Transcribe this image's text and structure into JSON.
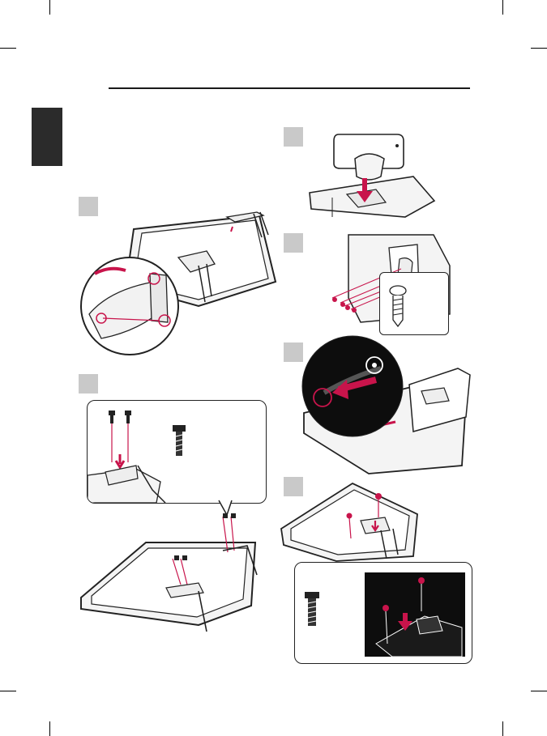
{
  "page": {
    "chapter_tab_color": "#2b2b2b",
    "accent_color": "#c8144b",
    "line_color": "#222222",
    "panel_fill": "#f4f4f4",
    "step_box_color": "#c9c9c9",
    "icons": [
      "tv-stand-body-illustration",
      "stand-base-illustration",
      "screw-icon",
      "screw-icon-small",
      "arrow-down-icon",
      "rotate-arrow-icon",
      "hinge-detail-illustration"
    ]
  },
  "step_markers": {
    "left": [
      "",
      ""
    ],
    "right": [
      "",
      "",
      "",
      ""
    ]
  }
}
